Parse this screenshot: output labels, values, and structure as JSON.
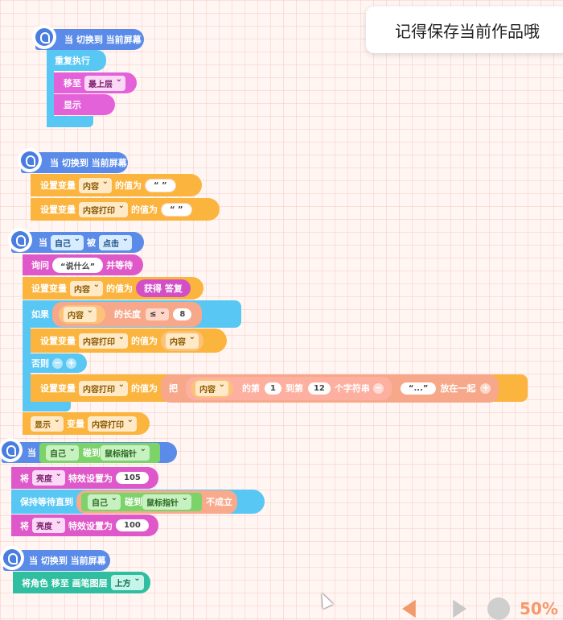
{
  "toast": {
    "message": "记得保存当前作品哦"
  },
  "script1": {
    "event_label": "当 切换到 当前屏幕",
    "repeat_label": "重复执行",
    "move_label": "移至",
    "move_option": "最上层",
    "show_label": "显示"
  },
  "script2": {
    "event_label": "当 切换到 当前屏幕",
    "set_label": "设置变量",
    "var1": "内容",
    "value_label": "的值为",
    "str1": "“ ”",
    "var2": "内容打印",
    "str2": "“ ”"
  },
  "script3": {
    "when_label": "当",
    "sprite": "自己",
    "by_label": "被",
    "action": "点击",
    "ask_label": "询问",
    "ask_str": "“说什么”",
    "ask_wait": "并等待",
    "set_label": "设置变量",
    "var_content": "内容",
    "value_label": "的值为",
    "answer": "获得 答复",
    "if_label": "如果",
    "length_label": "的长度",
    "op": "≤",
    "num": "8",
    "var_print": "内容打印",
    "else_label": "否则",
    "join_label": "把",
    "nth_label": "的第",
    "from_num": "1",
    "to_label": "到第",
    "to_num": "12",
    "substr_label": "个字符串",
    "ellipsis": "“...”",
    "together_label": "放在一起",
    "show_label": "显示",
    "var_kw": "变量",
    "show_var": "内容打印"
  },
  "script4": {
    "when_label": "当",
    "sprite": "自己",
    "touch_label": "碰到",
    "target": "鼠标指针",
    "set_label": "将",
    "effect": "亮度",
    "effect_label": "特效设置为",
    "val1": "105",
    "wait_label": "保持等待直到",
    "not_label": "不成立",
    "val2": "100"
  },
  "script5": {
    "event_label": "当 切换到 当前屏幕",
    "move_label": "将角色 移至 画笔图层",
    "layer": "上方"
  },
  "footer": {
    "zoom": "50%"
  }
}
